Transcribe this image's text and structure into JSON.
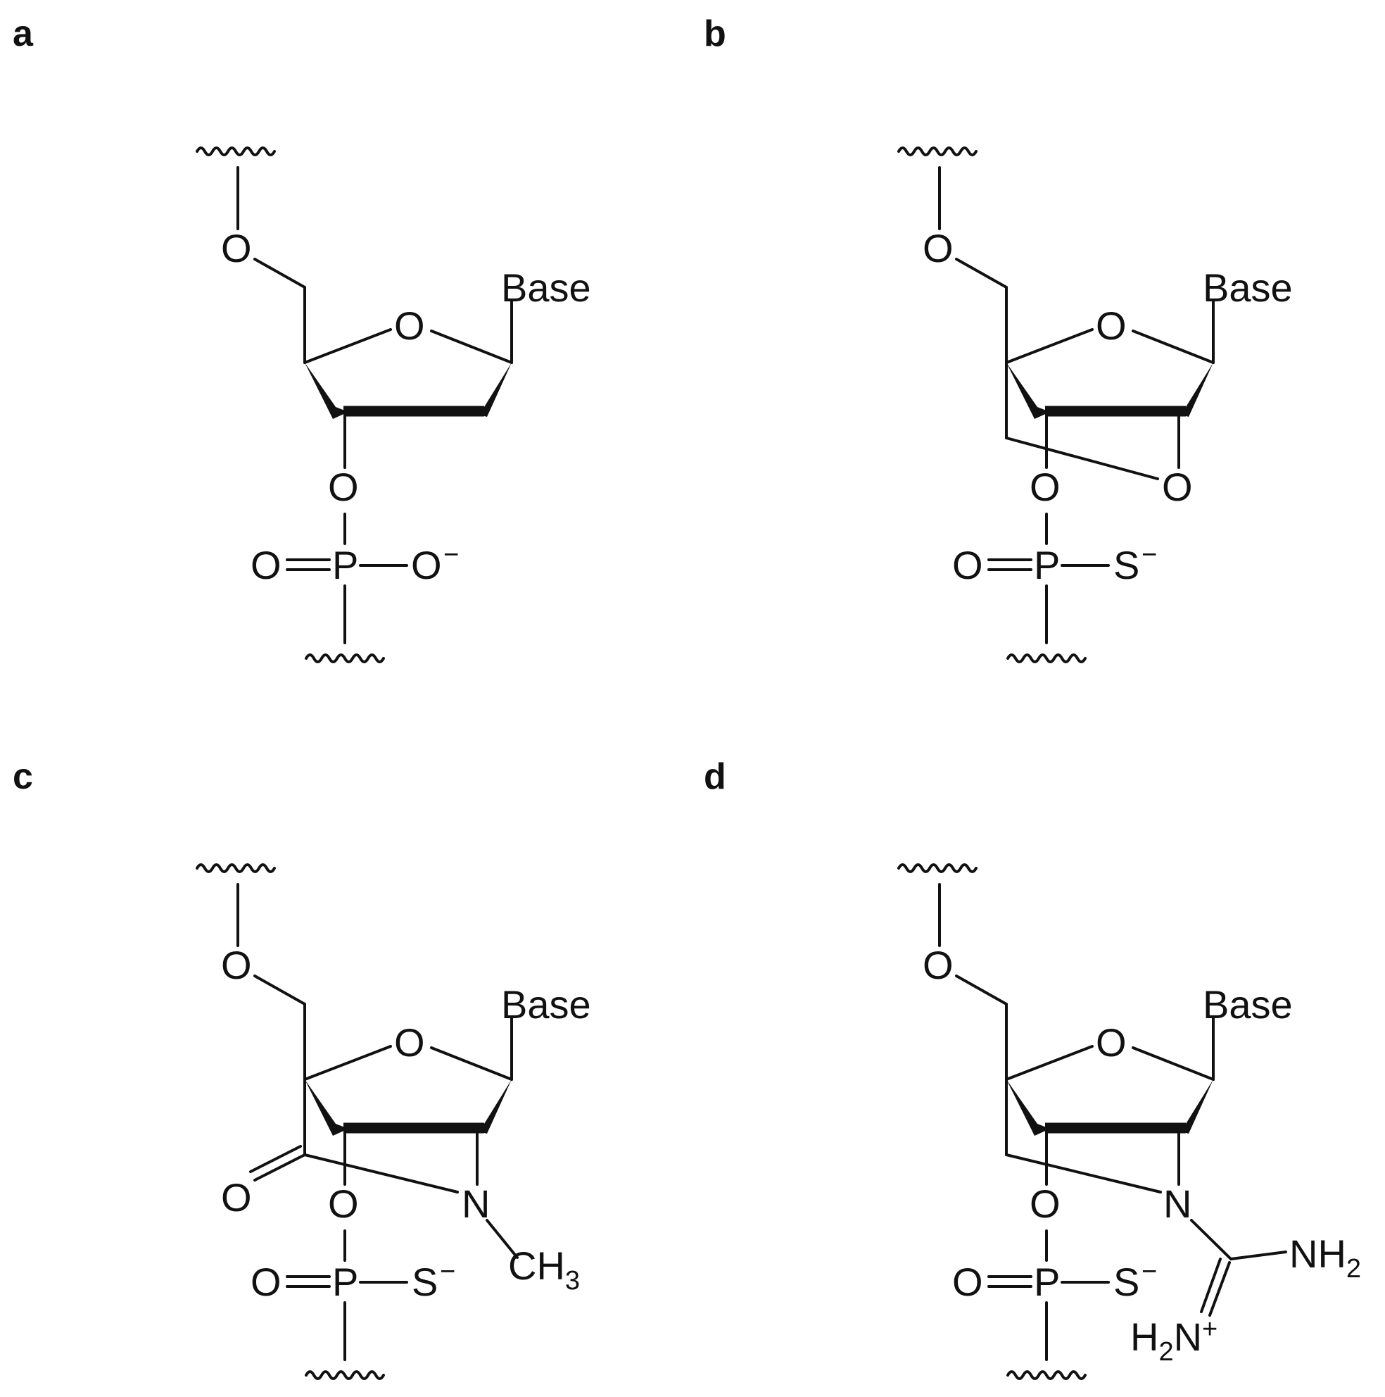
{
  "panels": [
    {
      "label": "a",
      "base": "Base",
      "ring_oxygen": "O",
      "o5": "O",
      "o3": "O",
      "phosphorus": "P",
      "p_double_o": "O",
      "p_substituent": "O",
      "p_charge": "−"
    },
    {
      "label": "b",
      "base": "Base",
      "ring_oxygen": "O",
      "o5": "O",
      "o3": "O",
      "bridge_atom": "O",
      "phosphorus": "P",
      "p_double_o": "O",
      "p_substituent": "S",
      "p_charge": "−"
    },
    {
      "label": "c",
      "base": "Base",
      "ring_oxygen": "O",
      "o5": "O",
      "o3": "O",
      "carbonyl_o": "O",
      "bridge_atom": "N",
      "methyl": "CH",
      "methyl_sub": "3",
      "phosphorus": "P",
      "p_double_o": "O",
      "p_substituent": "S",
      "p_charge": "−"
    },
    {
      "label": "d",
      "base": "Base",
      "ring_oxygen": "O",
      "o5": "O",
      "o3": "O",
      "bridge_atom": "N",
      "amine_top": "NH",
      "amine_top_sub": "2",
      "amine_bottom_h": "H",
      "amine_bottom_sub": "2",
      "amine_bottom_n": "N",
      "amine_bottom_charge": "+",
      "phosphorus": "P",
      "p_double_o": "O",
      "p_substituent": "S",
      "p_charge": "−"
    }
  ]
}
